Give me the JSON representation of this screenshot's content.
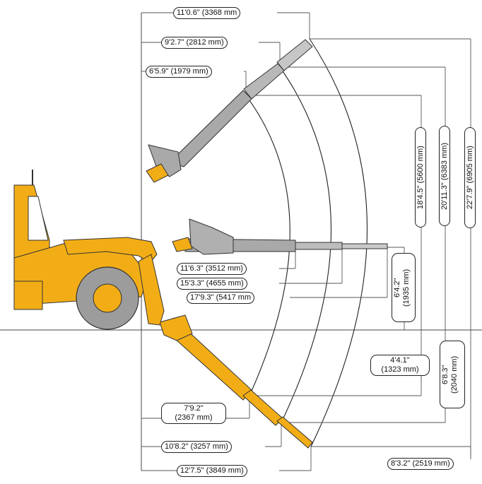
{
  "colors": {
    "machine_yellow": "#f2ad16",
    "bucket_gray": "#a9a9a9",
    "tire_gray": "#9c9c9c",
    "line": "#222222"
  },
  "labels": {
    "top_reach_1": "11'0.6\" (3368 mm",
    "top_reach_2": "9'2.7\" (2812 mm)",
    "top_reach_3": "6'5.9\" (1979 mm)",
    "mid_reach_1": "11'6.3\" (3512 mm)",
    "mid_reach_2": "15'3.3\" (4655 mm)",
    "mid_reach_3": "17'9.3\" (5417 mm",
    "vert_1": "18'4.5\" (5600 mm)",
    "vert_2": "20'11.3\" (6383 mm)",
    "vert_3": "22'7.9\" (6905 mm)",
    "mid_height_line1": "6'4.2\"",
    "mid_height_line2": "(1935 mm)",
    "low_height_line1": "4'4.1\"",
    "low_height_line2": "(1323 mm)",
    "right_low_line1": "6'8.3\"",
    "right_low_line2": "(2040 mm)",
    "bot_reach_line1": "7'9.2\"",
    "bot_reach_line2": "(2367 mm)",
    "bot_reach_2": "10'8.2\" (3257 mm)",
    "bot_reach_3": "12'7.5\" (3849 mm)",
    "bottom_right": "8'3.2\" (2519 mm)"
  }
}
